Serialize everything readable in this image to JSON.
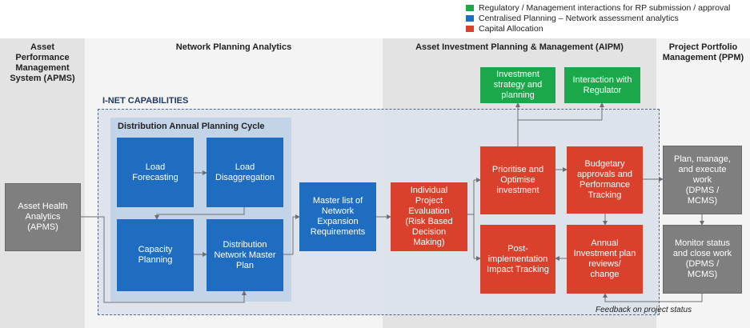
{
  "legend": [
    {
      "label": "Regulatory / Management interactions for RP submission / approval",
      "color": "#1ba84a"
    },
    {
      "label": "Centralised Planning  – Network assessment analytics",
      "color": "#1f6dc1"
    },
    {
      "label": "Capital Allocation",
      "color": "#d9412d"
    }
  ],
  "columns": {
    "apms": "Asset\nPerformance\nManagement\nSystem (APMS)",
    "npa": "Network Planning Analytics",
    "aipm": "Asset Investment Planning & Management (AIPM)",
    "ppm": "Project Portfolio\nManagement (PPM)"
  },
  "inet_label": "I-NET CAPABILITIES",
  "dapc_label": "Distribution Annual Planning Cycle",
  "nodes": {
    "asset_health": "Asset Health\nAnalytics\n(APMS)",
    "load_forecasting": "Load\nForecasting",
    "load_disaggregation": "Load\nDisaggregation",
    "capacity_planning": "Capacity\nPlanning",
    "dnmp": "Distribution\nNetwork Master\nPlan",
    "master_list": "Master list of\nNetwork\nExpansion\nRequirements",
    "ipe": "Individual\nProject\nEvaluation\n(Risk Based\nDecision\nMaking)",
    "prioritise": "Prioritise and\nOptimise\ninvestment",
    "budgetary": "Budgetary\napprovals and\nPerformance\nTracking",
    "post_impl": "Post-\nimplementation\nImpact Tracking",
    "annual_review": "Annual\nInvestment plan\nreviews/\nchange",
    "inv_strategy": "Investment\nstrategy and\nplanning",
    "regulator": "Interaction with\nRegulator",
    "plan_manage": "Plan, manage,\nand execute\nwork\n(DPMS /\nMCMS)",
    "monitor": "Monitor status\nand close work\n(DPMS /\nMCMS)"
  },
  "feedback_label": "Feedback on project status"
}
